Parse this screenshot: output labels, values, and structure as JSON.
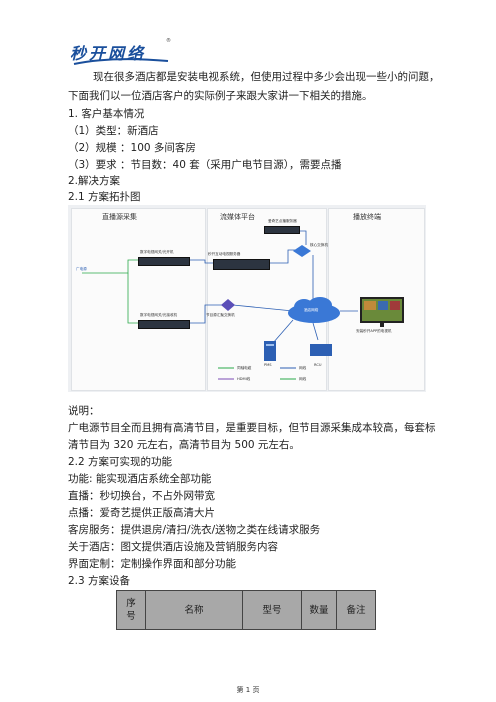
{
  "logo": {
    "text": "秒开网络",
    "mark": "®"
  },
  "paragraphs": {
    "intro_line1": "现在很多酒店都是安装电视系统，但使用过程中多少会出现一些小的问题，",
    "intro_line2": "下面我们以一位酒店客户的实际例子来跟大家讲一下相关的措施。",
    "h_customer": "1.  客户基本情况",
    "type": "（1）类型：新酒店",
    "scale": "（2）规模  ：100 多间客房",
    "req": "（3）要求  ：节目数：40 套（采用广电节目源），需要点播",
    "h_solution": "2.解决方案",
    "h_topology": "2.1  方案拓扑图",
    "explain_label": "说明：",
    "explain_line1": "广电源节目全而且拥有高清节目，是重要目标，但节目源采集成本较高，每套标",
    "explain_line2": "清节目为 320 元左右，高清节目为 500 元左右。",
    "h_features": "2.2  方案可实现的功能",
    "f1": "功能: 能实现酒店系统全部功能",
    "f2": "直播：秒切换台，不占外网带宽",
    "f3": "点播：爱奇艺提供正版高清大片",
    "f4": "客房服务：提供退房/清扫/洗衣/送物之类在线请求服务",
    "f5": "关于酒店：图文提供酒店设施及营销服务内容",
    "f6": "界面定制：定制操作界面和部分功能",
    "h_equipment": "2.3  方案设备"
  },
  "diagram": {
    "panel_left_title": "直播源采集",
    "panel_mid_title": "流媒体平台",
    "panel_right_title": "播放终端",
    "source_label": "广电源",
    "dev_top_left": "数字电视网关/光开机",
    "dev_bottom_left": "数字电视网关/光接收机",
    "dev_server": "秒开互动电视服务器",
    "dev_iqiyi": "爱奇艺点播服务器",
    "dev_core_switch": "核心交换机",
    "dev_node_switch": "节目源汇聚交换机",
    "cloud_label": "酒店网络",
    "pms_label": "PMS",
    "rcu_label": "RCU",
    "tv_label": "安装秒开APP的电视机",
    "legend": {
      "cable": "同轴电缆",
      "network": "网线",
      "hdmi": "HDMI线",
      "optical": "网线"
    },
    "colors": {
      "green": "#2aa84a",
      "blue": "#2c5fb3",
      "purple": "#7b4bb6",
      "cloud": "#3a78d6"
    }
  },
  "table": {
    "headers": [
      "序\n号",
      "名称",
      "型号",
      "数量",
      "备注"
    ]
  },
  "footer": {
    "text": "第  1  页"
  }
}
